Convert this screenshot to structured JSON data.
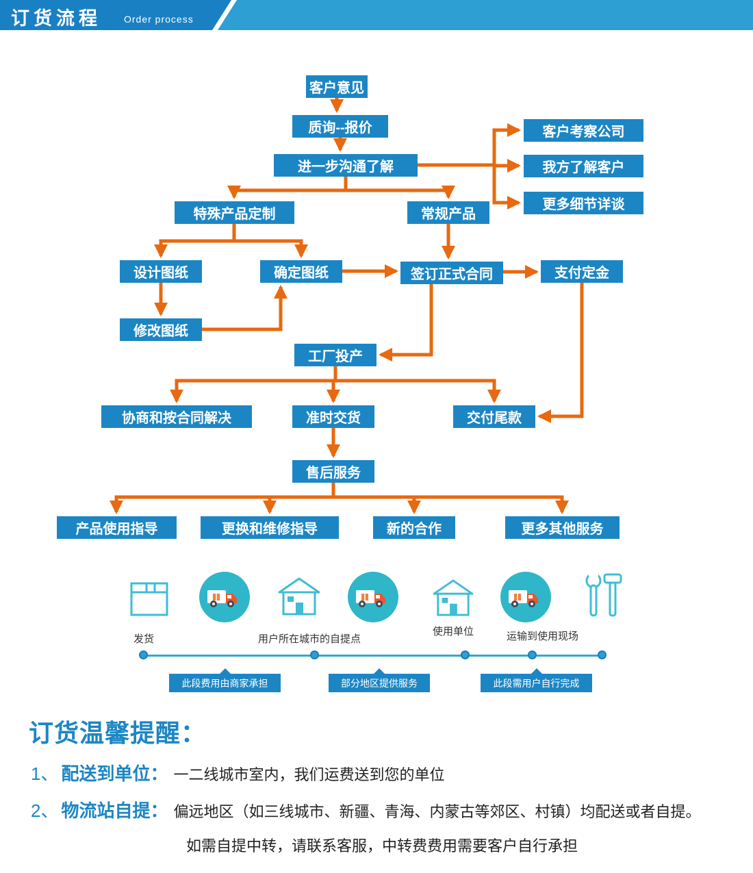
{
  "header": {
    "title": "订货流程",
    "subtitle": "Order process"
  },
  "flowchart": {
    "nodes": [
      {
        "label": "客户意见"
      },
      {
        "label": "质询--报价"
      },
      {
        "label": "进一步沟通了解"
      },
      {
        "label": "客户考察公司"
      },
      {
        "label": "我方了解客户"
      },
      {
        "label": "更多细节详谈"
      },
      {
        "label": "特殊产品定制"
      },
      {
        "label": "常规产品"
      },
      {
        "label": "设计图纸"
      },
      {
        "label": "确定图纸"
      },
      {
        "label": "签订正式合同"
      },
      {
        "label": "支付定金"
      },
      {
        "label": "修改图纸"
      },
      {
        "label": "工厂投产"
      },
      {
        "label": "协商和按合同解决"
      },
      {
        "label": "准时交货"
      },
      {
        "label": "交付尾款"
      },
      {
        "label": "售后服务"
      },
      {
        "label": "产品使用指导"
      },
      {
        "label": "更换和维修指导"
      },
      {
        "label": "新的合作"
      },
      {
        "label": "更多其他服务"
      }
    ]
  },
  "logistics": {
    "captions": {
      "ship": "发货",
      "pickup": "用户所在城市的自提点",
      "unit": "使用单位",
      "transport": "运输到使用现场"
    },
    "tags": [
      "此段费用由商家承担",
      "部分地区提供服务",
      "此段需用户自行完成"
    ]
  },
  "notice": {
    "title": "订货温馨提醒：",
    "items": [
      {
        "num": "1、",
        "label": "配送到单位：",
        "text": "一二线城市室内，我们运费送到您的单位"
      },
      {
        "num": "2、",
        "label": "物流站自提：",
        "text": "偏远地区（如三线城市、新疆、青海、内蒙古等郊区、村镇）均配送或者自提。"
      }
    ],
    "extra": "如需自提中转，请联系客服，中转费费用需要客户自行承担"
  },
  "colors": {
    "box_blue": "#1c86c4",
    "arrow_orange": "#e8690f",
    "teal": "#2fb6c9",
    "icon_cyan": "#3fbdd2"
  }
}
